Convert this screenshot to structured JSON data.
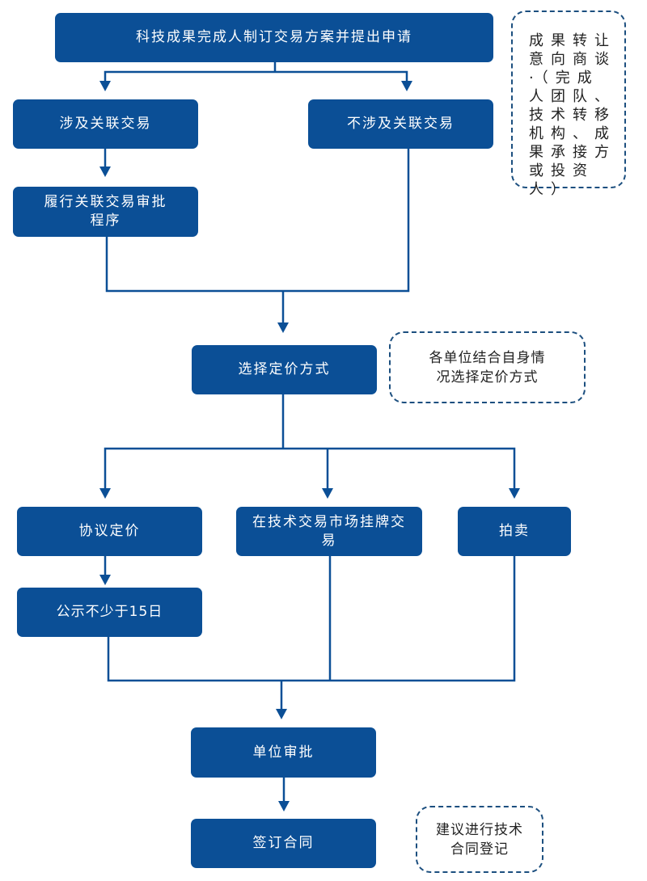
{
  "diagram": {
    "type": "flowchart",
    "colors": {
      "node_fill": "#0b4f96",
      "node_text": "#ffffff",
      "connector": "#0b4f96",
      "note_border": "#1c4f7f",
      "note_text": "#222222",
      "background": "#ffffff"
    },
    "nodes": {
      "start": "科技成果完成人制订交易方案并提出申请",
      "related": "涉及关联交易",
      "not_related": "不涉及关联交易",
      "related_approval": "履行关联交易审批程序",
      "pricing_method": "选择定价方式",
      "negotiated": "协议定价",
      "market_listing": "在技术交易市场挂牌交易",
      "auction": "拍卖",
      "publicity": "公示不少于15日",
      "unit_approval": "单位审批",
      "sign_contract": "签订合同"
    },
    "notes": {
      "negotiation": "成果转让意向商谈·（完成人团队、技术转移机构、成果承接方或投资人）",
      "pricing": "各单位结合自身情况选择定价方式",
      "registration": "建议进行技术合同登记"
    },
    "edges": [
      {
        "from": "start",
        "to": "related"
      },
      {
        "from": "start",
        "to": "not_related"
      },
      {
        "from": "related",
        "to": "related_approval"
      },
      {
        "from": "related_approval",
        "to": "pricing_method"
      },
      {
        "from": "not_related",
        "to": "pricing_method"
      },
      {
        "from": "pricing_method",
        "to": "negotiated"
      },
      {
        "from": "pricing_method",
        "to": "market_listing"
      },
      {
        "from": "pricing_method",
        "to": "auction"
      },
      {
        "from": "negotiated",
        "to": "publicity"
      },
      {
        "from": "publicity",
        "to": "unit_approval"
      },
      {
        "from": "market_listing",
        "to": "unit_approval"
      },
      {
        "from": "auction",
        "to": "unit_approval"
      },
      {
        "from": "unit_approval",
        "to": "sign_contract"
      }
    ]
  }
}
